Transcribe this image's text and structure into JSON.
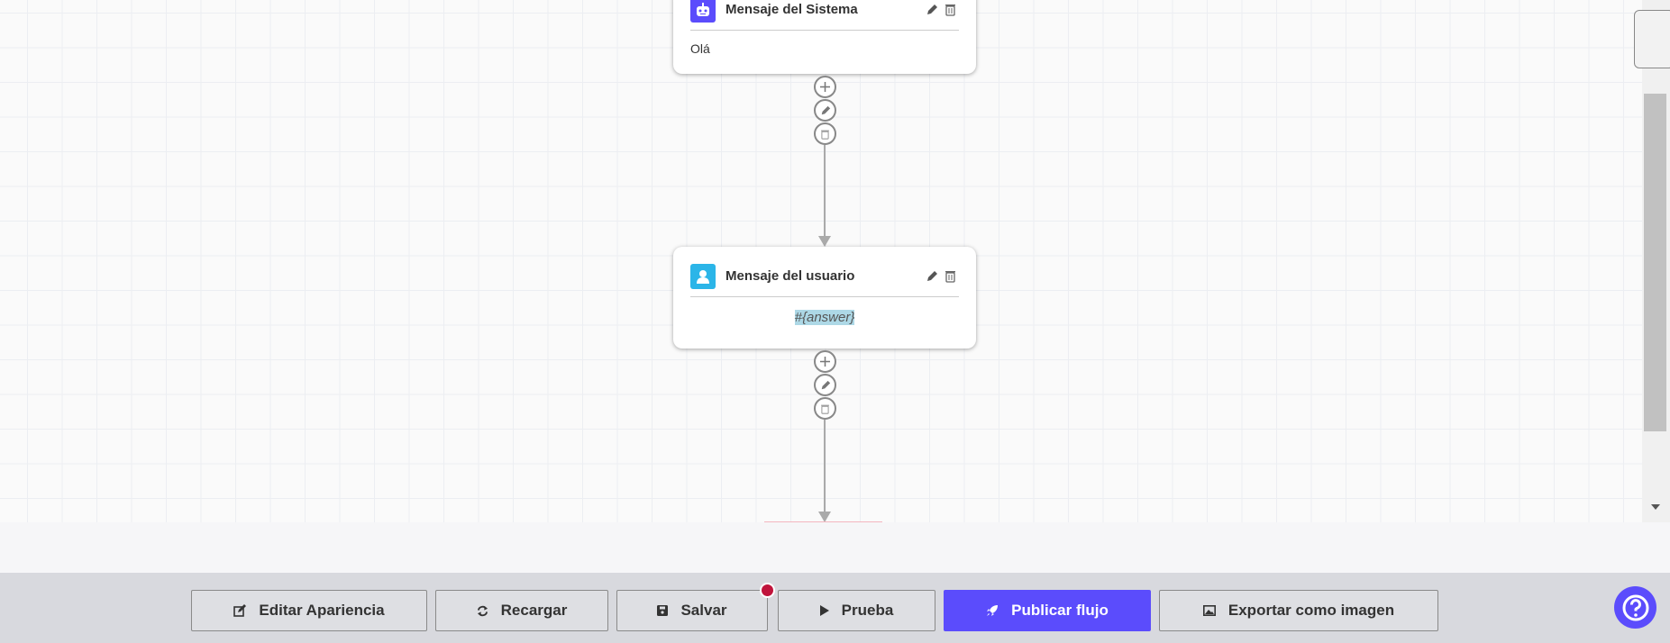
{
  "nodes": [
    {
      "title": "Mensaje del Sistema",
      "icon": "robot-icon",
      "icon_color": "#5b4cfc",
      "body": "Olá"
    },
    {
      "title": "Mensaje del usuario",
      "icon": "user-icon",
      "icon_color": "#2bb5e8",
      "body": "#{answer}"
    }
  ],
  "toolbar": {
    "edit_appearance": "Editar Apariencia",
    "reload": "Recargar",
    "save": "Salvar",
    "test": "Prueba",
    "publish": "Publicar flujo",
    "export": "Exportar como imagen"
  },
  "colors": {
    "accent": "#5b4cfc",
    "unsaved_dot": "#c0143c"
  }
}
